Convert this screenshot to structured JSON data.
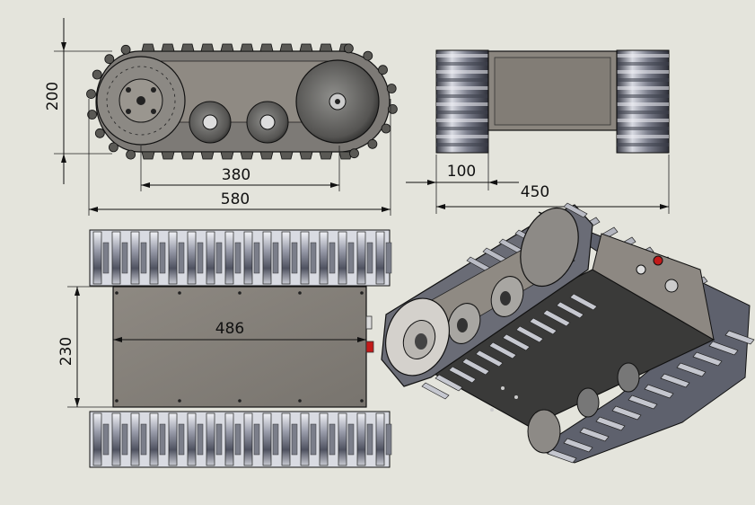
{
  "dimensions": {
    "side_height": "200",
    "wheel_base": "380",
    "overall_length": "580",
    "track_width": "100",
    "overall_width": "450",
    "body_length": "486",
    "body_width": "230"
  },
  "colors": {
    "background": "#e4e4dc",
    "chassis_plate": "#8a857e",
    "track_metal": "#6d6f7a",
    "track_light": "#c9cbd4",
    "wheel_dark": "#5c5b59",
    "button_red": "#c21a1a",
    "line": "#111111"
  },
  "views": [
    "side-view",
    "front-view",
    "top-view",
    "isometric-view"
  ]
}
